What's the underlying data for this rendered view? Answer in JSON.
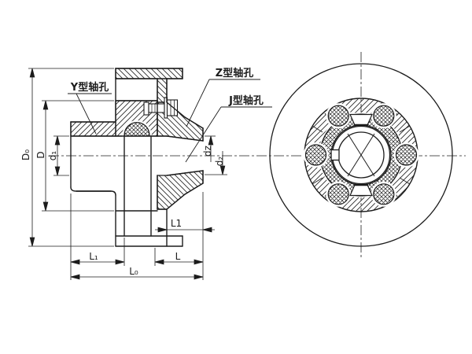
{
  "drawing": {
    "background": "#ffffff",
    "line_color": "#1c1c1c",
    "callouts": {
      "y_bore": "Y型轴孔",
      "z_bore": "Z型轴孔",
      "j_bore": "J型轴孔"
    },
    "dimensions": {
      "D0": "D₀",
      "D": "D",
      "d1": "d₁",
      "dz": "dz",
      "d2": "d₂",
      "L1_left": "L₁",
      "L": "L",
      "L0": "L₀",
      "L1_right": "L1"
    }
  }
}
